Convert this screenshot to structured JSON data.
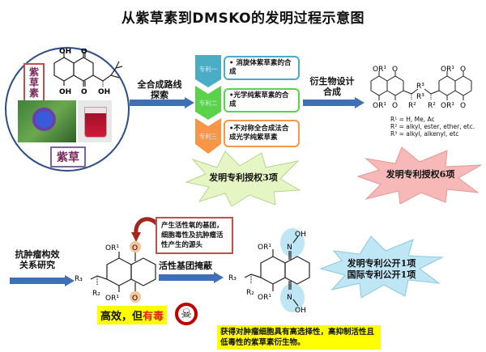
{
  "title": "从紫草素到DMSKO的发明过程示意图",
  "left_panel": {
    "compound_label": "紫草素",
    "plant_label": "紫草",
    "structure_labels": {
      "oh": "OH",
      "o": "O"
    }
  },
  "arrows": {
    "total_synthesis": "全合成路线探索",
    "derivative_design": "衍生物设计合成",
    "sar_study": "抗肿瘤构效关系研究",
    "masking": "活性基团掩蔽"
  },
  "patents": [
    {
      "chevron": "专利一",
      "text": "• 消旋体紫草素的合成",
      "color": "#4bacc6"
    },
    {
      "chevron": "专利二",
      "text": "•光学纯紫草素的合成",
      "color": "#5ad24a"
    },
    {
      "chevron": "专利三",
      "text": "•不对称全合成法合成光学纯紫草素",
      "color": "#f79646"
    }
  ],
  "bursts": {
    "granted_3": "发明专利授权3项",
    "granted_6": "发明专利授权6项",
    "published_1": "发明专利公开1项",
    "intl_published_1": "国际专利公开1项"
  },
  "derivatives": {
    "labels": {
      "or1": "OR¹",
      "o": "O",
      "r2": "R²",
      "r3": "R³"
    },
    "r_groups": [
      "R¹ = H, Me, Ac",
      "R² = alkyl, ester,   ether, etc.",
      "R³ = alkyl, alkenyl, etc"
    ]
  },
  "sar": {
    "note": "产生活性氧的基团，细胞毒性及抗肿瘤活性产生的源头",
    "verdict_prefix": "高效，但",
    "verdict_toxic": "有毒",
    "labels": {
      "or1": "OR¹",
      "o": "O",
      "r3": "R₃",
      "r2": "R₂"
    }
  },
  "dmsko": {
    "labels": {
      "or1": "OR¹",
      "n": "N",
      "oh": "OH",
      "r3": "R₃",
      "r2": "R₂"
    },
    "conclusion": "获得对肿瘤细胞具有高选择性，高抑制活性且低毒性的紫草素衍生物。"
  },
  "colors": {
    "arrow_blue": "#3f6fb5",
    "burst_green": "#e6f5c4",
    "burst_pink": "#f6b9b7",
    "burst_blue": "#bfe6f5",
    "highlight_yellow": "#ffff00",
    "toxic_red": "#e0201a"
  }
}
